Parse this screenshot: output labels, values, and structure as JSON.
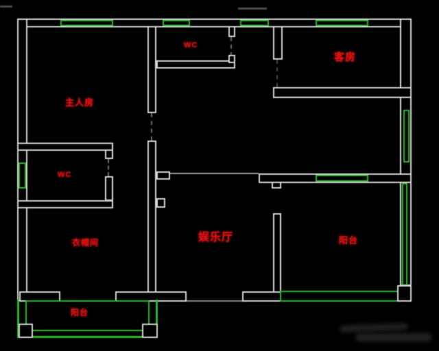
{
  "app": {
    "type": "cad-floor-plan-screenshot",
    "background": "#000000"
  },
  "colors": {
    "wall": "#d6d6d6",
    "window": "#2eb82e",
    "label": "#e01212",
    "dim_line": "#9a9a9a"
  },
  "rooms": {
    "master_bedroom": {
      "label": "主人房"
    },
    "wc_top": {
      "label": "WC"
    },
    "guest_room": {
      "label": "客房"
    },
    "wc_left": {
      "label": "WC"
    },
    "cloakroom": {
      "label": "衣帽间"
    },
    "entertainment_hall": {
      "label": "娱乐厅"
    },
    "balcony_left": {
      "label": "阳台"
    },
    "balcony_right": {
      "label": "阳台"
    }
  }
}
